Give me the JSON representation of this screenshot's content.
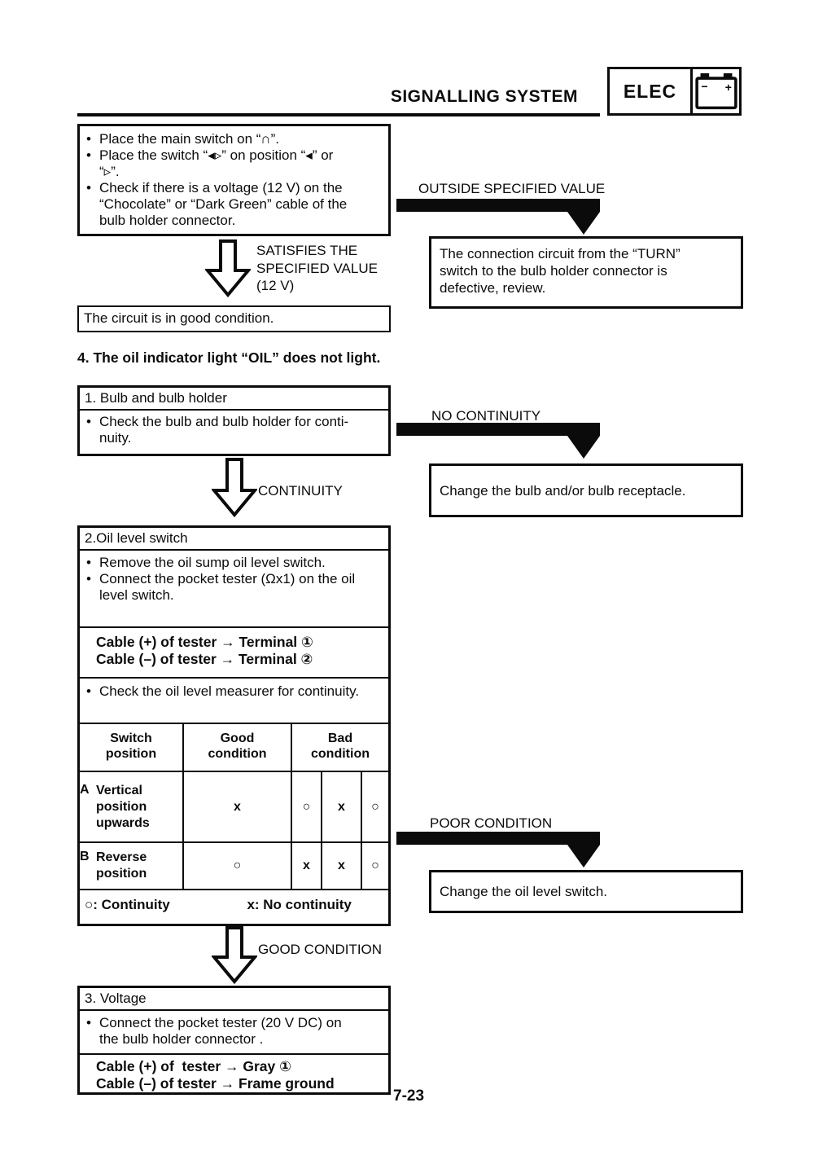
{
  "glyphs": {
    "bullet": "•",
    "minus": "−",
    "plus": "+"
  },
  "header": {
    "title": "SIGNALLING SYSTEM",
    "badge": "ELEC",
    "battery_icon": "battery-icon"
  },
  "flow1": {
    "check_box_bullets": [
      "Place the main switch on “∩”.",
      "Place the switch “◂▹” on position “◂” or\n“▹”.",
      "Check if there is a voltage (12 V) on the\n“Chocolate” or “Dark Green” cable of the\nbulb holder connector."
    ],
    "outside_label": "OUTSIDE SPECIFIED VALUE",
    "defective_box": "The connection circuit from the “TURN”\nswitch to the bulb holder connector is\ndefective, review.",
    "satisfies_label": "SATISFIES THE\nSPECIFIED VALUE\n(12 V)",
    "good_box": "The circuit is in good condition."
  },
  "section_heading": "4. The oil indicator light “OIL” does not light.",
  "flow2": {
    "bulb_box_header": "1. Bulb and bulb holder",
    "bulb_box_bullet": "Check the bulb and bulb holder for conti-\nnuity.",
    "no_continuity_label": "NO CONTINUITY",
    "change_bulb_box": "Change the bulb and/or bulb receptacle.",
    "continuity_label": "CONTINUITY"
  },
  "oil_box": {
    "header": "2.Oil level switch",
    "bullets": [
      "Remove the oil sump oil level switch.",
      "Connect the pocket tester (Ωx1) on the oil\nlevel switch."
    ],
    "cable_lines": [
      "Cable (+) of tester → Terminal ①",
      "Cable (–) of tester → Terminal ②"
    ],
    "check_bullet": "Check the oil level measurer for continuity."
  },
  "oil_table": {
    "col_headers": [
      "Switch\nposition",
      "Good\ncondition",
      "Bad\ncondition"
    ],
    "rows": [
      {
        "id": "A",
        "label": "Vertical\nposition\nupwards",
        "good": "x",
        "bad": [
          "○",
          "x",
          "○"
        ]
      },
      {
        "id": "B",
        "label": "Reverse\nposition",
        "good": "○",
        "bad": [
          "x",
          "x",
          "○"
        ]
      }
    ],
    "legend_continuity": "○: Continuity",
    "legend_no_continuity": "x: No continuity"
  },
  "flow3": {
    "poor_condition_label": "POOR CONDITION",
    "change_switch_box": "Change the oil level switch.",
    "good_condition_label": "GOOD CONDITION"
  },
  "voltage_box": {
    "header": "3. Voltage",
    "bullet": "Connect the pocket tester (20 V DC) on\nthe bulb holder connector .",
    "cable_lines": [
      "Cable (+) of  tester → Gray ①",
      "Cable (–) of tester → Frame ground"
    ]
  },
  "footer": {
    "page_number": "7-23"
  }
}
